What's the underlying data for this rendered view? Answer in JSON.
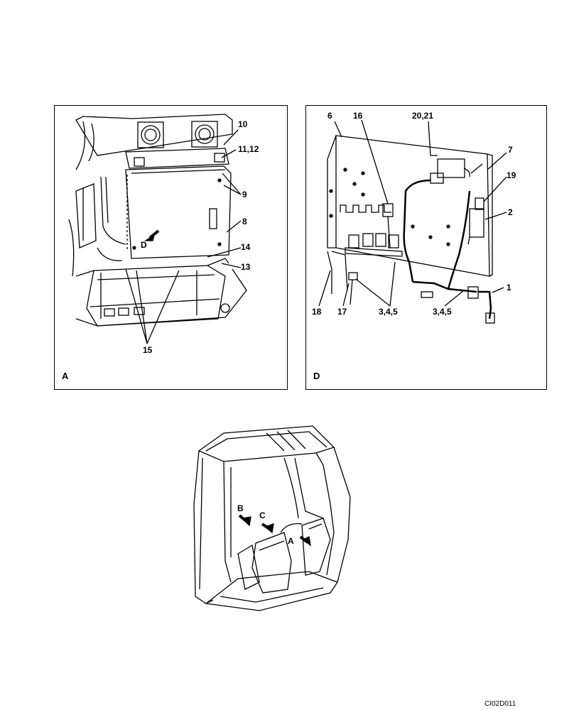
{
  "panel_a": {
    "corner_label": "A",
    "callouts": {
      "c10": "10",
      "c11_12": "11,12",
      "c9": "9",
      "c8": "8",
      "c14": "14",
      "c13": "13",
      "c15": "15",
      "view_d": "D"
    }
  },
  "panel_d": {
    "corner_label": "D",
    "callouts": {
      "c6": "6",
      "c16": "16",
      "c20_21": "20,21",
      "c7": "7",
      "c19": "19",
      "c2": "2",
      "c1": "1",
      "c3_4_5_left": "3,4,5",
      "c3_4_5_right": "3,4,5",
      "c18": "18",
      "c17": "17"
    }
  },
  "cab_view": {
    "view_b": "B",
    "view_c": "C",
    "view_a": "A"
  },
  "reference_code": "CI02D011"
}
